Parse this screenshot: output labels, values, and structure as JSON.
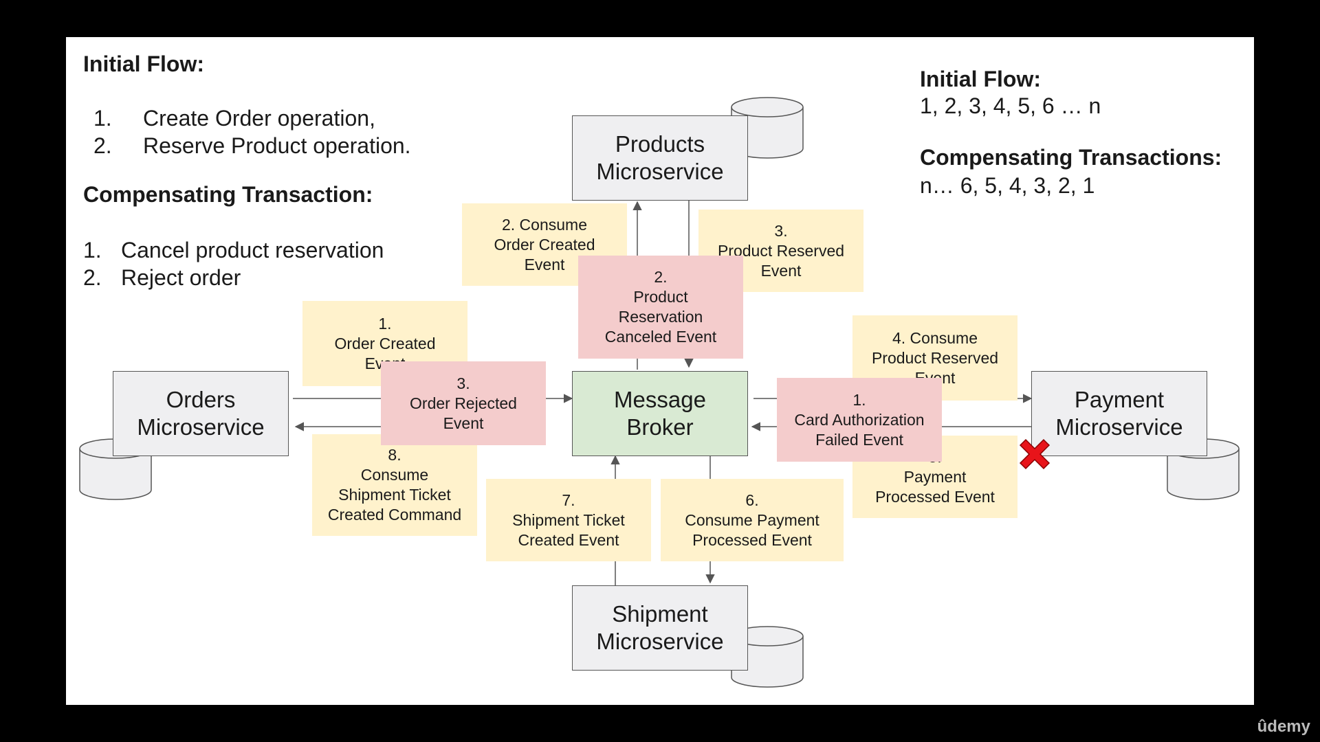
{
  "left_text": {
    "initial_flow_title": "Initial Flow:",
    "initial_flow_items": [
      {
        "num": "1.",
        "text": "Create Order operation,"
      },
      {
        "num": "2.",
        "text": "Reserve Product operation."
      }
    ],
    "compensating_title": "Compensating Transaction:",
    "compensating_items": [
      {
        "num": "1.",
        "text": "Cancel product reservation"
      },
      {
        "num": "2.",
        "text": "Reject order"
      }
    ]
  },
  "right_text": {
    "initial_flow_title": "Initial Flow:",
    "initial_flow_sequence": "1, 2, 3, 4, 5, 6 … n",
    "compensating_title": "Compensating Transactions:",
    "compensating_sequence": "n… 6, 5, 4, 3, 2, 1"
  },
  "services": {
    "products": "Products\nMicroservice",
    "orders": "Orders\nMicroservice",
    "broker": "Message\nBroker",
    "payment": "Payment\nMicroservice",
    "shipment": "Shipment\nMicroservice"
  },
  "notes": {
    "consume_order_created": "2. Consume\nOrder Created\nEvent",
    "product_reserved": "3.\nProduct Reserved\nEvent",
    "order_created": "1.\nOrder Created\nEvent",
    "consume_product_reserved": "4. Consume\nProduct Reserved\nEvent",
    "payment_processed": "5.\nPayment\nProcessed Event",
    "consume_shipment_ticket": "8.\nConsume\nShipment Ticket\nCreated Command",
    "shipment_ticket_created": "7.\nShipment Ticket\nCreated Event",
    "consume_payment_processed": "6.\nConsume Payment\nProcessed Event"
  },
  "compensation_notes": {
    "product_reservation_canceled": "2.\nProduct\nReservation\nCanceled Event",
    "order_rejected": "3.\nOrder Rejected\nEvent",
    "card_authorization_failed": "1.\nCard Authorization\nFailed Event"
  },
  "colors": {
    "note_yellow": "#fff2cc",
    "note_red": "#f4cccc",
    "broker_green": "#d9ead3",
    "service_gray": "#efeff1",
    "failure_x": "#e8141a"
  },
  "icons": [
    "database-icon",
    "failure-x-icon",
    "arrow-icon"
  ],
  "watermark": "ûdemy"
}
